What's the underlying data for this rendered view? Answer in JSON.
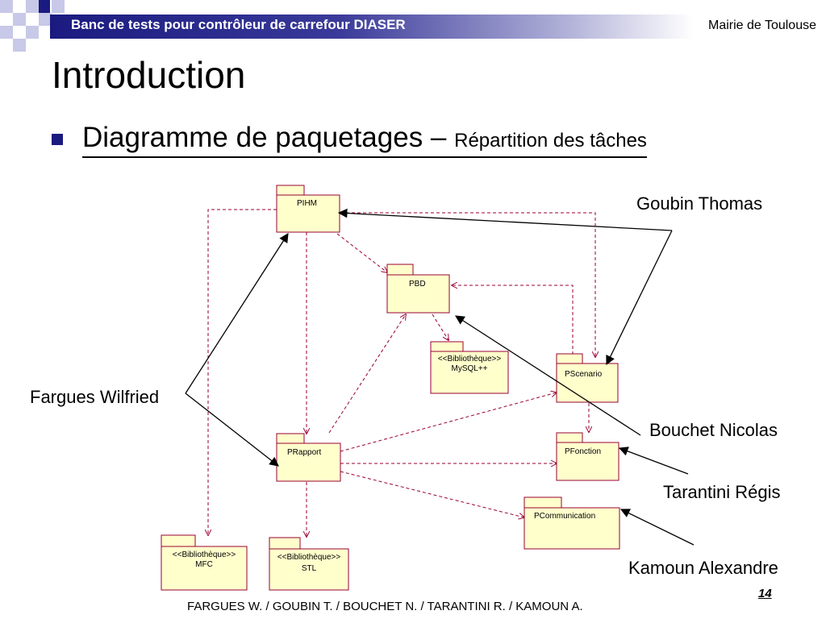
{
  "header": {
    "title": "Banc de tests pour contrôleur de carrefour DIASER",
    "organization": "Mairie de Toulouse",
    "colors": {
      "bar_dark": "#1a1a80",
      "square_light": "#c8c8e8"
    }
  },
  "slide": {
    "title": "Introduction",
    "subtitle_main": "Diagramme de paquetages – ",
    "subtitle_secondary": "Répartition des tâches"
  },
  "diagram": {
    "packages": [
      {
        "id": "pihm",
        "label": "PIHM"
      },
      {
        "id": "pbd",
        "label": "PBD"
      },
      {
        "id": "mysql",
        "label_line1": "<<Bibliothèque>>",
        "label_line2": "MySQL++"
      },
      {
        "id": "pscenario",
        "label": "PScenario"
      },
      {
        "id": "prapport",
        "label": "PRapport"
      },
      {
        "id": "pfonction",
        "label": "PFonction"
      },
      {
        "id": "pcommunication",
        "label": "PCommunication"
      },
      {
        "id": "mfc",
        "label_line1": "<<Bibliothèque>>",
        "label_line2": "MFC"
      },
      {
        "id": "stl",
        "label_line1": "<<Bibliothèque>>",
        "label_line2": "STL"
      }
    ],
    "people": [
      {
        "id": "goubin",
        "name": "Goubin Thomas"
      },
      {
        "id": "fargues",
        "name": "Fargues Wilfried"
      },
      {
        "id": "bouchet",
        "name": "Bouchet Nicolas"
      },
      {
        "id": "tarantini",
        "name": "Tarantini Régis"
      },
      {
        "id": "kamoun",
        "name": "Kamoun Alexandre"
      }
    ],
    "colors": {
      "package_fill": "#ffffcc",
      "package_stroke": "#990033",
      "dependency": "#990033"
    }
  },
  "footer": {
    "authors": "FARGUES W. / GOUBIN T. / BOUCHET N. / TARANTINI R. / KAMOUN A.",
    "page_number": "14"
  }
}
